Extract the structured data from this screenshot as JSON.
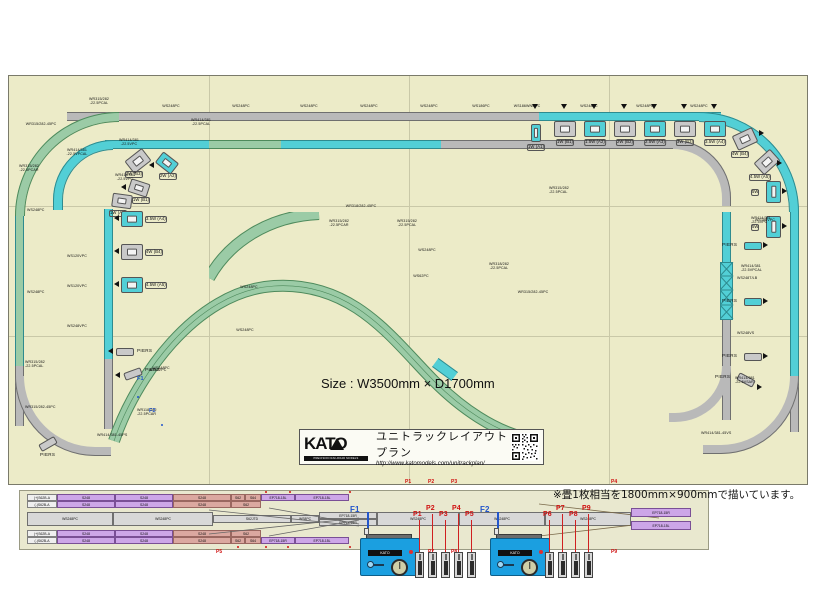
{
  "document": {
    "size_caption": "Size : W3500mm × D1700mm",
    "footnote": "※畳1枚相当を1800mm×900mmで描いています。"
  },
  "brand": {
    "logo_word": "KATO",
    "logo_tagline": "PRECISION RAILROAD MODELS",
    "plan_title": "ユニトラックレイアウトプラン",
    "url": "http://www.katomodels.com/unitrackplan/"
  },
  "piers": {
    "top_row": [
      {
        "label": "1W (A1)",
        "color": "cyan"
      },
      {
        "label": "1W (B1)",
        "color": "grey"
      },
      {
        "label": "1.5W (A2)",
        "color": "cyan"
      },
      {
        "label": "2W (B2)",
        "color": "grey"
      },
      {
        "label": "2.5W (A3)",
        "color": "cyan"
      },
      {
        "label": "3W (B3)",
        "color": "grey"
      },
      {
        "label": "3.5W (A4)",
        "color": "cyan"
      }
    ],
    "right_col": [
      {
        "label": "4W (B4)",
        "color": "grey"
      },
      {
        "label": "4.5W (A5)",
        "color": "grey"
      },
      {
        "label": "5W",
        "color": "cyan"
      },
      {
        "label": "5W",
        "color": "cyan"
      }
    ],
    "left_col": [
      {
        "label": "2W (A2)",
        "color": "cyan"
      },
      {
        "label": "1W (B1)",
        "color": "grey"
      },
      {
        "label": "1W (A1)",
        "color": "grey"
      },
      {
        "label": "3W (B3)",
        "color": "grey"
      },
      {
        "label": "3.5W (A4)",
        "color": "cyan"
      },
      {
        "label": "4W (B4)",
        "color": "grey"
      },
      {
        "label": "4.5W (A5)",
        "color": "cyan"
      }
    ],
    "piers_text": "PIERS"
  },
  "track_labels": {
    "top": [
      "WR315/282\n-22.5PCAL",
      "WS248PC",
      "WS248PC",
      "WS248PC",
      "WS248PC",
      "WS248PC",
      "WS186PC",
      "WS186WNOPC",
      "WS248PC",
      "WS248PC",
      "WS248PC",
      "WS248PC",
      "WS248PC",
      "WS248PC"
    ],
    "upper_left": [
      "WR315/282-45PC",
      "WR315/282\n-22.5PCAR",
      "WR414/381\n-22.5VPC",
      "WR414/381\n-22.5PCAL",
      "WR414/381\n-22.5VPCAL",
      "WR414/381\n-22.5VPC"
    ],
    "left_col": [
      "WS248PC",
      "WS120VPC",
      "WS120VPC",
      "WS248PC",
      "WS248VPC",
      "WR315/282\n-22.5PCAL",
      "WR414/381\n-22.5VPCAL",
      "WS627PC",
      "WR118/282\n-22.5PCAR",
      "WR315/282-45PC",
      "WR414/381-45PS"
    ],
    "center": [
      "WS248PC",
      "WR315/282\n-22.5PCAR",
      "WR318/282-45PC",
      "WR315/282\n-22.5PCAL",
      "WS248PC",
      "WR318/282\n-22.5PCAL",
      "WS62PC",
      "WR315/282-45PC",
      "WR318/282-45PC",
      "WS248PC",
      "WS62PC",
      "WS248PC"
    ],
    "right_col": [
      "WR315/282\n-22.5PCAL",
      "WR414/381\n-22.5VPC",
      "WR414/381\n-22.5VPCAL",
      "WS186VPC",
      "WS248T/LB",
      "WS248VS",
      "WR414/381\n-22.5VSAR",
      "WR414/381-45VS",
      "WR414/381\n-22.5VSAR"
    ],
    "misc": [
      "WS248PC",
      "WS248VPC",
      "WS248WNOPC",
      "WS186PC",
      "WS186WNOPC"
    ]
  },
  "feeders": {
    "blue": [
      "F1",
      "F2"
    ],
    "red_top": [
      "P1",
      "P2",
      "P3",
      "P4"
    ],
    "red_bottom": [
      "P5",
      "P6",
      "P7",
      "P8",
      "P9"
    ]
  },
  "station_panel": {
    "turnouts": [
      "EP718-15L",
      "EP718-15L",
      "EP718-15R",
      "EP718-15R",
      "EP718-15R",
      "EP718-15L"
    ],
    "platform_cells": [
      "S248",
      "S248",
      "S248",
      "S62",
      "S64",
      "S248",
      "S248",
      "S248",
      "S248",
      "S62",
      "S64"
    ],
    "end_cells": [
      "(+)S62B-A",
      "(-)S62B-A",
      "(+)S62B-A",
      "(-)S62B-A"
    ],
    "rail_cells": [
      "WS248PC",
      "WS248PC",
      "WS248PC",
      "WS248PC",
      "WS248PC",
      "S62JTD",
      "WS8PC"
    ]
  },
  "power_packs": [
    {
      "id": "F1",
      "brand": "KATO",
      "switch_labels": [
        "P1",
        "P2",
        "P3",
        "P4",
        "P5"
      ]
    },
    {
      "id": "F2",
      "brand": "KATO",
      "switch_labels": [
        "P6",
        "P7",
        "P8",
        "P9"
      ]
    }
  ],
  "colors": {
    "board": "#ecebc8",
    "track_grey": "#b9b9b9",
    "track_cyan": "#52cfd6",
    "track_green": "#9bcba6",
    "turnout_purple": "#cda6e8",
    "turnout_salmon": "#dba8a0",
    "feeder_blue": "#2255cc",
    "feeder_red": "#d01010",
    "pack_blue": "#1b9fe0"
  }
}
